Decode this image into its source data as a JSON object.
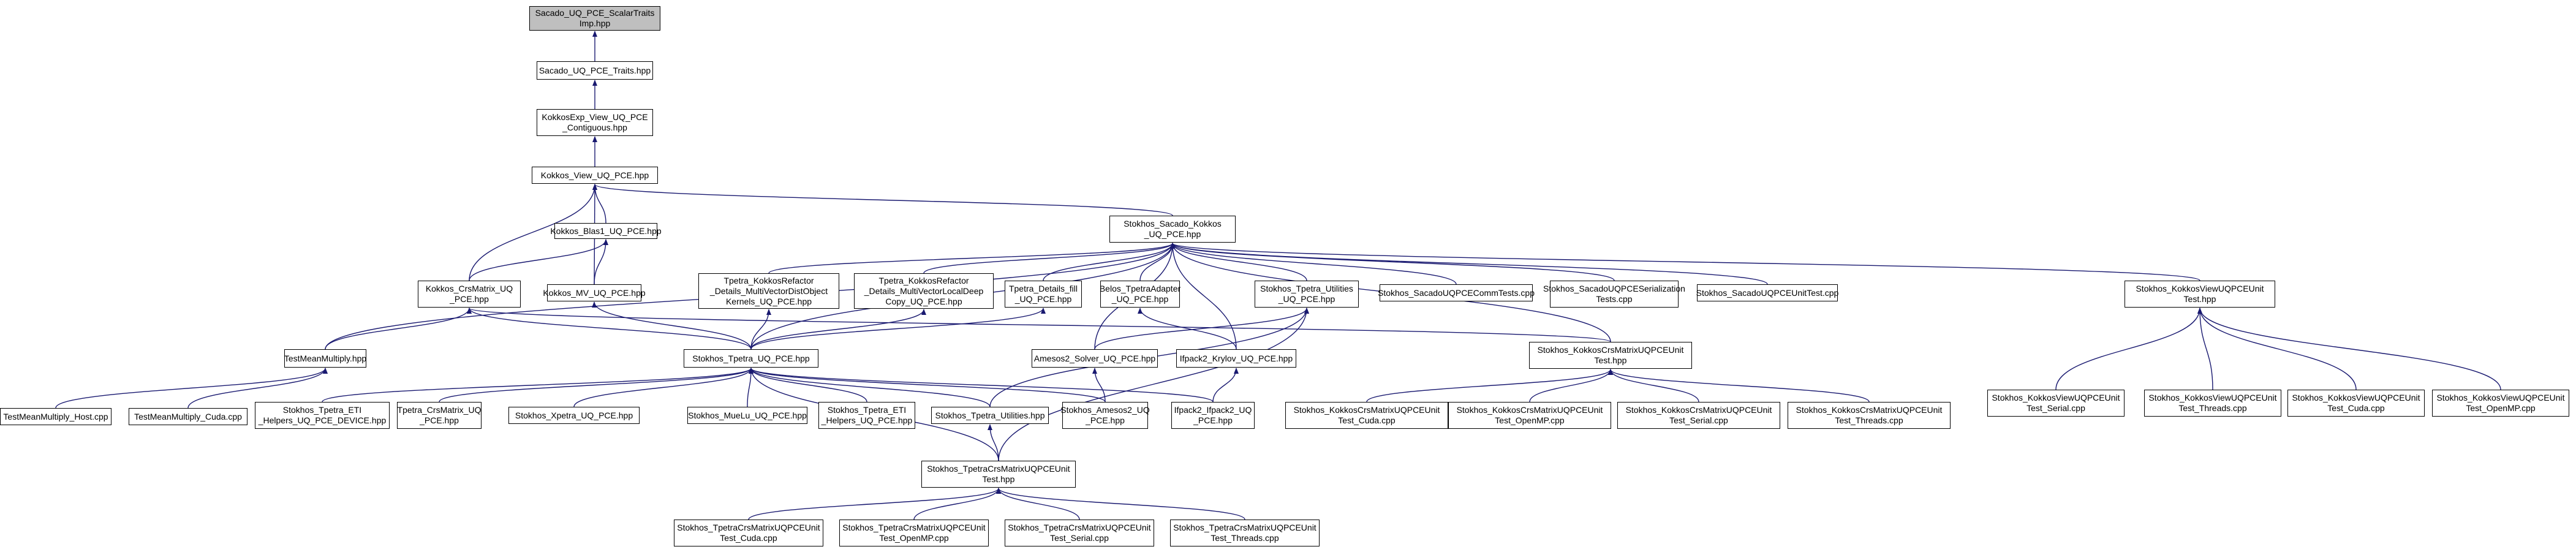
{
  "diagram": {
    "type": "include-dependency-graph",
    "nodes": [
      {
        "id": "n0",
        "label": "Sacado_UQ_PCE_ScalarTraits\nImp.hpp",
        "root": true
      },
      {
        "id": "n1",
        "label": "Sacado_UQ_PCE_Traits.hpp"
      },
      {
        "id": "n2",
        "label": "KokkosExp_View_UQ_PCE\n_Contiguous.hpp"
      },
      {
        "id": "n3",
        "label": "Kokkos_View_UQ_PCE.hpp"
      },
      {
        "id": "n4",
        "label": "Kokkos_Blas1_UQ_PCE.hpp"
      },
      {
        "id": "n5",
        "label": "Stokhos_Sacado_Kokkos\n_UQ_PCE.hpp"
      },
      {
        "id": "n6",
        "label": "Kokkos_CrsMatrix_UQ\n_PCE.hpp"
      },
      {
        "id": "n7",
        "label": "Kokkos_MV_UQ_PCE.hpp"
      },
      {
        "id": "n8",
        "label": "Tpetra_KokkosRefactor\n_Details_MultiVectorDistObject\nKernels_UQ_PCE.hpp"
      },
      {
        "id": "n9",
        "label": "Tpetra_KokkosRefactor\n_Details_MultiVectorLocalDeep\nCopy_UQ_PCE.hpp"
      },
      {
        "id": "n10",
        "label": "Tpetra_Details_fill\n_UQ_PCE.hpp"
      },
      {
        "id": "n11",
        "label": "Belos_TpetraAdapter\n_UQ_PCE.hpp"
      },
      {
        "id": "n12",
        "label": "Stokhos_Tpetra_Utilities\n_UQ_PCE.hpp"
      },
      {
        "id": "n13",
        "label": "Stokhos_SacadoUQPCECommTests.cpp"
      },
      {
        "id": "n14",
        "label": "Stokhos_SacadoUQPCESerialization\nTests.cpp"
      },
      {
        "id": "n15",
        "label": "Stokhos_SacadoUQPCEUnitTest.cpp"
      },
      {
        "id": "n16",
        "label": "Stokhos_KokkosViewUQPCEUnit\nTest.hpp"
      },
      {
        "id": "n17",
        "label": "TestMeanMultiply.hpp"
      },
      {
        "id": "n18",
        "label": "Stokhos_Tpetra_UQ_PCE.hpp"
      },
      {
        "id": "n19",
        "label": "Amesos2_Solver_UQ_PCE.hpp"
      },
      {
        "id": "n20",
        "label": "Ifpack2_Krylov_UQ_PCE.hpp"
      },
      {
        "id": "n21",
        "label": "Stokhos_KokkosCrsMatrixUQPCEUnit\nTest.hpp"
      },
      {
        "id": "n22",
        "label": "Stokhos_KokkosViewUQPCEUnit\nTest_Serial.cpp"
      },
      {
        "id": "n23",
        "label": "Stokhos_KokkosViewUQPCEUnit\nTest_Threads.cpp"
      },
      {
        "id": "n24",
        "label": "Stokhos_KokkosViewUQPCEUnit\nTest_Cuda.cpp"
      },
      {
        "id": "n25",
        "label": "Stokhos_KokkosViewUQPCEUnit\nTest_OpenMP.cpp"
      },
      {
        "id": "n26",
        "label": "TestMeanMultiply_Host.cpp"
      },
      {
        "id": "n27",
        "label": "TestMeanMultiply_Cuda.cpp"
      },
      {
        "id": "n28",
        "label": "Stokhos_Tpetra_ETI\n_Helpers_UQ_PCE_DEVICE.hpp"
      },
      {
        "id": "n29",
        "label": "Tpetra_CrsMatrix_UQ\n_PCE.hpp"
      },
      {
        "id": "n30",
        "label": "Stokhos_Xpetra_UQ_PCE.hpp"
      },
      {
        "id": "n31",
        "label": "Stokhos_MueLu_UQ_PCE.hpp"
      },
      {
        "id": "n32",
        "label": "Stokhos_Tpetra_ETI\n_Helpers_UQ_PCE.hpp"
      },
      {
        "id": "n33",
        "label": "Stokhos_Tpetra_Utilities.hpp"
      },
      {
        "id": "n34",
        "label": "Stokhos_Amesos2_UQ\n_PCE.hpp"
      },
      {
        "id": "n35",
        "label": "Ifpack2_Ifpack2_UQ\n_PCE.hpp"
      },
      {
        "id": "n36",
        "label": "Stokhos_KokkosCrsMatrixUQPCEUnit\nTest_Cuda.cpp"
      },
      {
        "id": "n37",
        "label": "Stokhos_KokkosCrsMatrixUQPCEUnit\nTest_OpenMP.cpp"
      },
      {
        "id": "n38",
        "label": "Stokhos_KokkosCrsMatrixUQPCEUnit\nTest_Serial.cpp"
      },
      {
        "id": "n39",
        "label": "Stokhos_KokkosCrsMatrixUQPCEUnit\nTest_Threads.cpp"
      },
      {
        "id": "n40",
        "label": "Stokhos_TpetraCrsMatrixUQPCEUnit\nTest.hpp"
      },
      {
        "id": "n41",
        "label": "Stokhos_TpetraCrsMatrixUQPCEUnit\nTest_Cuda.cpp"
      },
      {
        "id": "n42",
        "label": "Stokhos_TpetraCrsMatrixUQPCEUnit\nTest_OpenMP.cpp"
      },
      {
        "id": "n43",
        "label": "Stokhos_TpetraCrsMatrixUQPCEUnit\nTest_Serial.cpp"
      },
      {
        "id": "n44",
        "label": "Stokhos_TpetraCrsMatrixUQPCEUnit\nTest_Threads.cpp"
      }
    ],
    "edges": [
      [
        "n1",
        "n0"
      ],
      [
        "n2",
        "n1"
      ],
      [
        "n3",
        "n2"
      ],
      [
        "n4",
        "n3"
      ],
      [
        "n5",
        "n3"
      ],
      [
        "n6",
        "n3"
      ],
      [
        "n7",
        "n3"
      ],
      [
        "n6",
        "n4"
      ],
      [
        "n7",
        "n4"
      ],
      [
        "n17",
        "n6"
      ],
      [
        "n18",
        "n6"
      ],
      [
        "n21",
        "n6"
      ],
      [
        "n18",
        "n7"
      ],
      [
        "n17",
        "n5"
      ],
      [
        "n18",
        "n5"
      ],
      [
        "n8",
        "n5"
      ],
      [
        "n9",
        "n5"
      ],
      [
        "n10",
        "n5"
      ],
      [
        "n11",
        "n5"
      ],
      [
        "n12",
        "n5"
      ],
      [
        "n13",
        "n5"
      ],
      [
        "n14",
        "n5"
      ],
      [
        "n15",
        "n5"
      ],
      [
        "n16",
        "n5"
      ],
      [
        "n19",
        "n5"
      ],
      [
        "n20",
        "n5"
      ],
      [
        "n21",
        "n5"
      ],
      [
        "n18",
        "n8"
      ],
      [
        "n18",
        "n9"
      ],
      [
        "n18",
        "n10"
      ],
      [
        "n20",
        "n11"
      ],
      [
        "n19",
        "n12"
      ],
      [
        "n33",
        "n12"
      ],
      [
        "n40",
        "n12"
      ],
      [
        "n22",
        "n16"
      ],
      [
        "n23",
        "n16"
      ],
      [
        "n24",
        "n16"
      ],
      [
        "n25",
        "n16"
      ],
      [
        "n26",
        "n17"
      ],
      [
        "n27",
        "n17"
      ],
      [
        "n28",
        "n18"
      ],
      [
        "n29",
        "n18"
      ],
      [
        "n30",
        "n18"
      ],
      [
        "n31",
        "n18"
      ],
      [
        "n32",
        "n18"
      ],
      [
        "n33",
        "n18"
      ],
      [
        "n34",
        "n18"
      ],
      [
        "n35",
        "n18"
      ],
      [
        "n40",
        "n18"
      ],
      [
        "n34",
        "n19"
      ],
      [
        "n35",
        "n20"
      ],
      [
        "n36",
        "n21"
      ],
      [
        "n37",
        "n21"
      ],
      [
        "n38",
        "n21"
      ],
      [
        "n39",
        "n21"
      ],
      [
        "n40",
        "n33"
      ],
      [
        "n41",
        "n40"
      ],
      [
        "n42",
        "n40"
      ],
      [
        "n43",
        "n40"
      ],
      [
        "n44",
        "n40"
      ]
    ]
  },
  "colors": {
    "edge": "#191970",
    "border": "#000000",
    "root_fill": "#bfbfbf",
    "node_fill": "#ffffff"
  }
}
